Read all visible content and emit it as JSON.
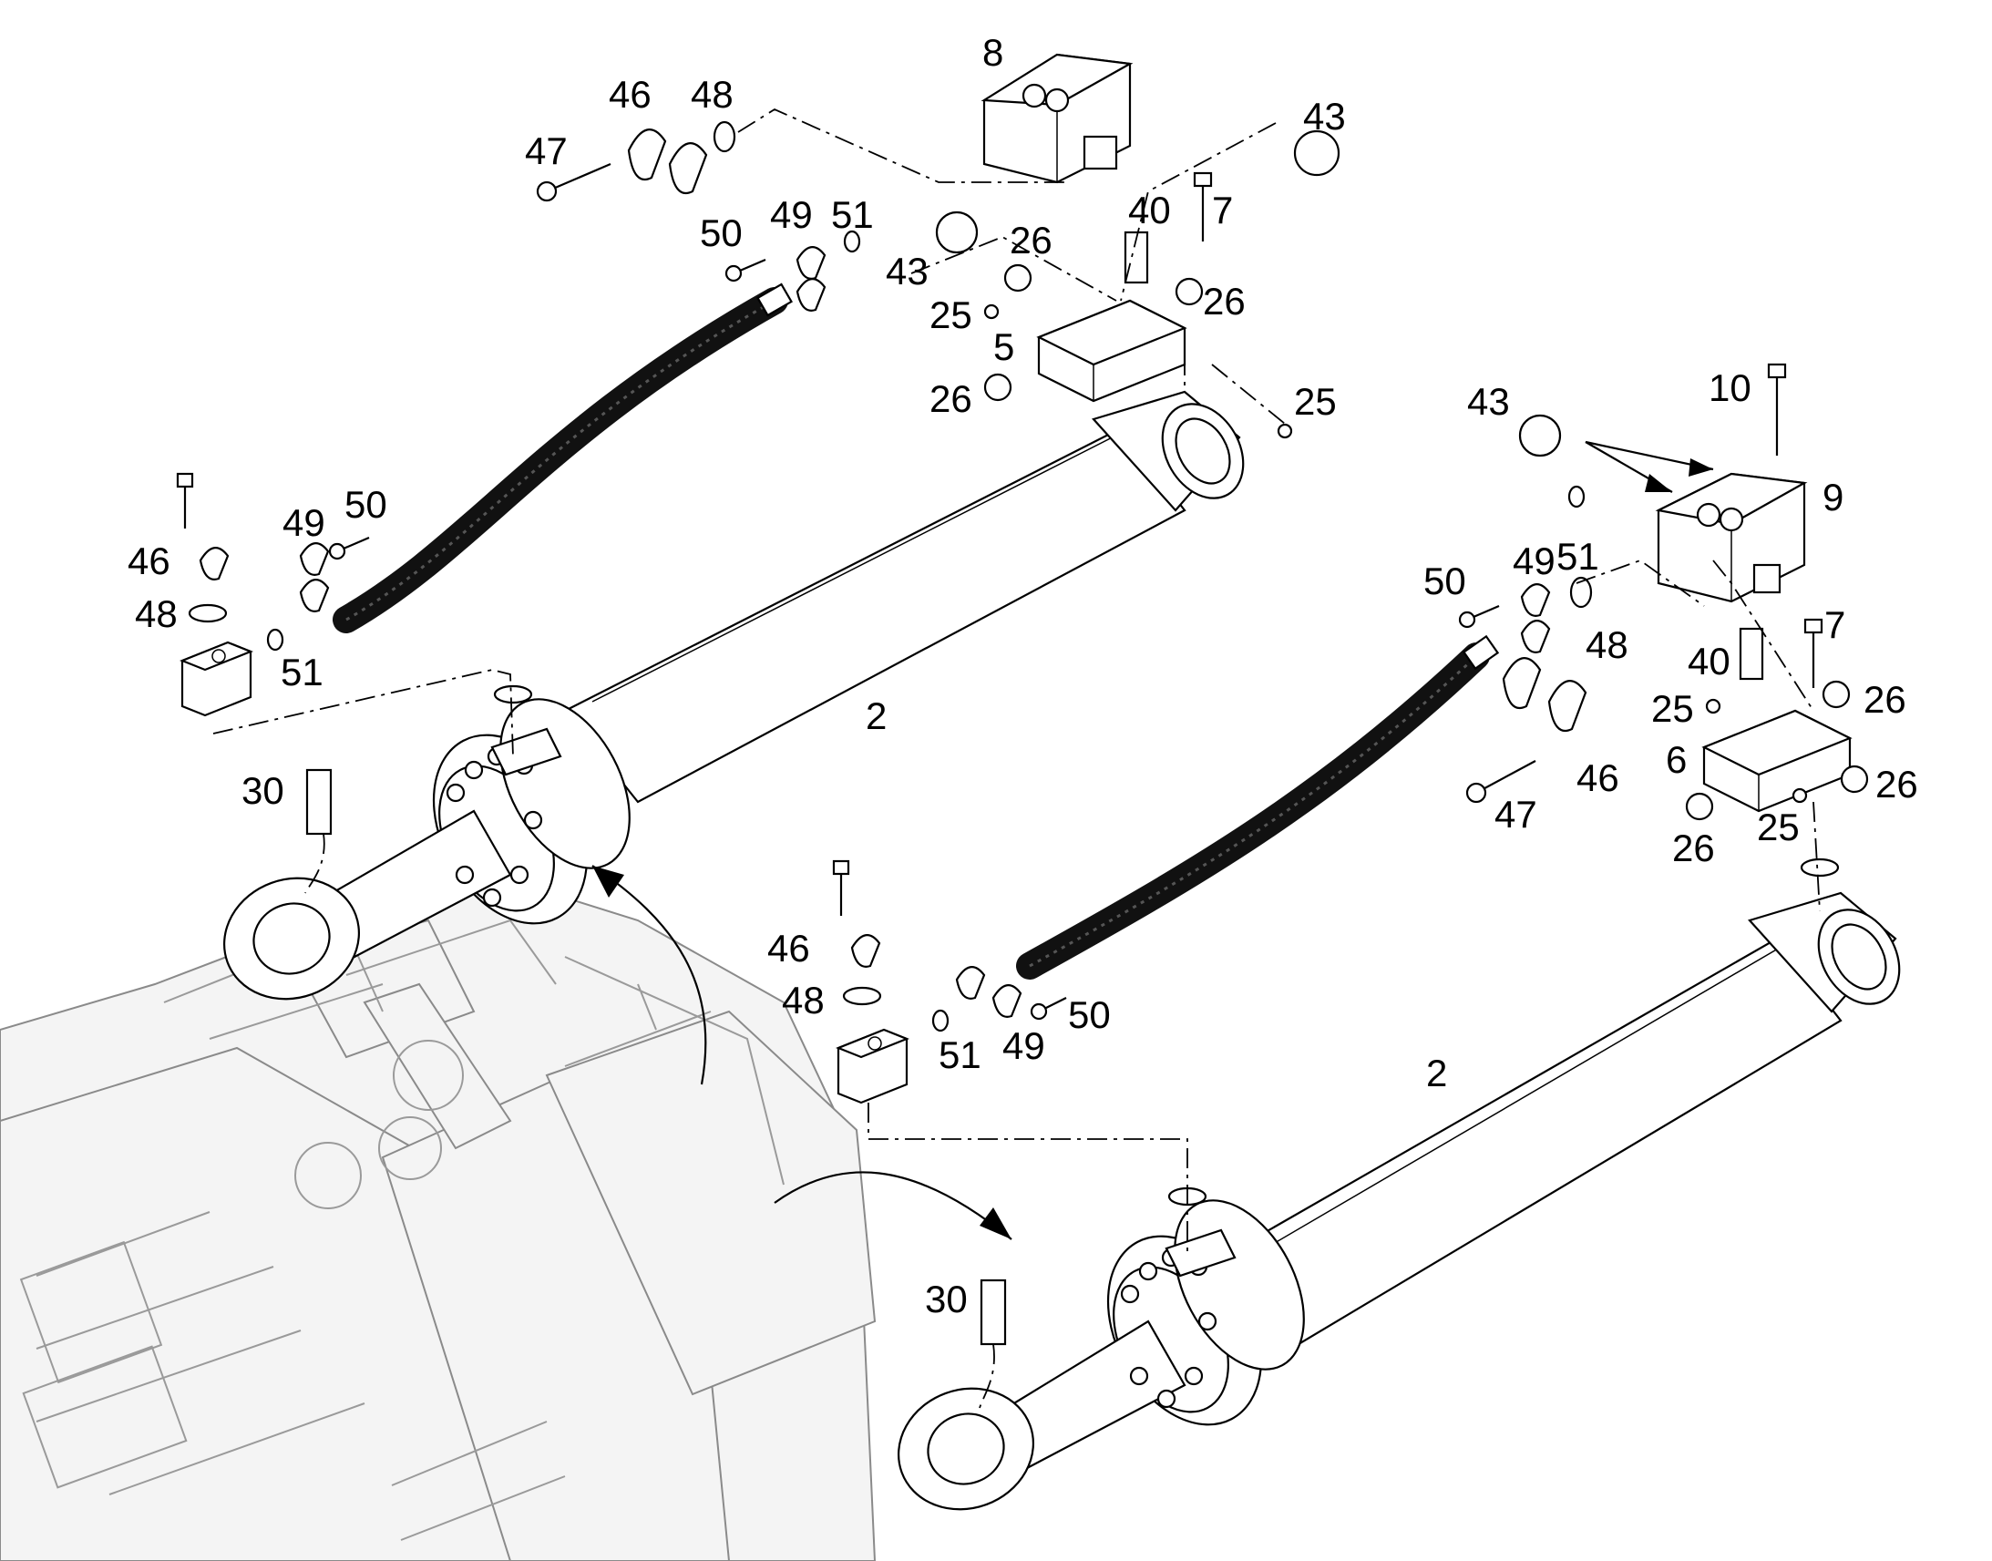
{
  "diagram": {
    "labels": [
      {
        "id": "n8",
        "text": "8"
      },
      {
        "id": "n46a",
        "text": "46"
      },
      {
        "id": "n48a",
        "text": "48"
      },
      {
        "id": "n43a",
        "text": "43"
      },
      {
        "id": "n47a",
        "text": "47"
      },
      {
        "id": "n50a",
        "text": "50"
      },
      {
        "id": "n49a",
        "text": "49"
      },
      {
        "id": "n51a",
        "text": "51"
      },
      {
        "id": "n40a",
        "text": "40"
      },
      {
        "id": "n7a",
        "text": "7"
      },
      {
        "id": "n43b",
        "text": "43"
      },
      {
        "id": "n26a",
        "text": "26"
      },
      {
        "id": "n26b",
        "text": "26"
      },
      {
        "id": "n25a",
        "text": "25"
      },
      {
        "id": "n5",
        "text": "5"
      },
      {
        "id": "n26c",
        "text": "26"
      },
      {
        "id": "n25b",
        "text": "25"
      },
      {
        "id": "n43c",
        "text": "43"
      },
      {
        "id": "n10",
        "text": "10"
      },
      {
        "id": "n9",
        "text": "9"
      },
      {
        "id": "n49b",
        "text": "49"
      },
      {
        "id": "n50b",
        "text": "50"
      },
      {
        "id": "n46b",
        "text": "46"
      },
      {
        "id": "n48b",
        "text": "48"
      },
      {
        "id": "n51b",
        "text": "51"
      },
      {
        "id": "n2a",
        "text": "2"
      },
      {
        "id": "n50c",
        "text": "50"
      },
      {
        "id": "n49c",
        "text": "49"
      },
      {
        "id": "n51c",
        "text": "51"
      },
      {
        "id": "n48c",
        "text": "48"
      },
      {
        "id": "n7b",
        "text": "7"
      },
      {
        "id": "n40b",
        "text": "40"
      },
      {
        "id": "n25c",
        "text": "25"
      },
      {
        "id": "n26d",
        "text": "26"
      },
      {
        "id": "n6",
        "text": "6"
      },
      {
        "id": "n26e",
        "text": "26"
      },
      {
        "id": "n46c",
        "text": "46"
      },
      {
        "id": "n47b",
        "text": "47"
      },
      {
        "id": "n26f",
        "text": "26"
      },
      {
        "id": "n25d",
        "text": "25"
      },
      {
        "id": "n30a",
        "text": "30"
      },
      {
        "id": "n46d",
        "text": "46"
      },
      {
        "id": "n48d",
        "text": "48"
      },
      {
        "id": "n51d",
        "text": "51"
      },
      {
        "id": "n49d",
        "text": "49"
      },
      {
        "id": "n50d",
        "text": "50"
      },
      {
        "id": "n2b",
        "text": "2"
      },
      {
        "id": "n30b",
        "text": "30"
      }
    ]
  }
}
